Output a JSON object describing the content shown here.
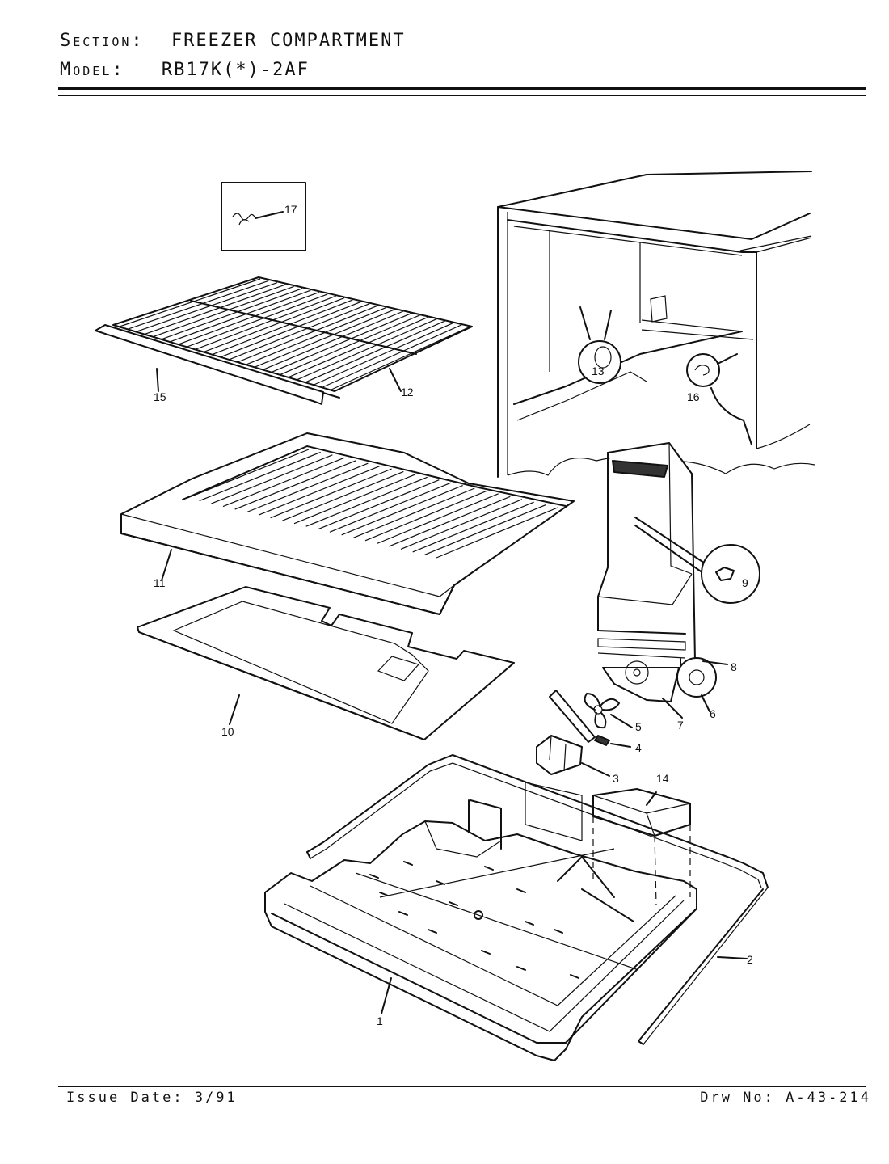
{
  "header": {
    "section_label": "Section:",
    "section_value": "FREEZER COMPARTMENT",
    "model_label": "Model:",
    "model_value": "RB17K(*)-2AF"
  },
  "footer": {
    "issue_date": "Issue Date: 3/91",
    "drawing_number": "Drw No: A-43-214"
  },
  "callouts": {
    "c1": "1",
    "c2": "2",
    "c3": "3",
    "c4": "4",
    "c5": "5",
    "c6": "6",
    "c7": "7",
    "c8": "8",
    "c9": "9",
    "c10": "10",
    "c11": "11",
    "c12": "12",
    "c13": "13",
    "c14": "14",
    "c15": "15",
    "c16": "16",
    "c17": "17"
  }
}
